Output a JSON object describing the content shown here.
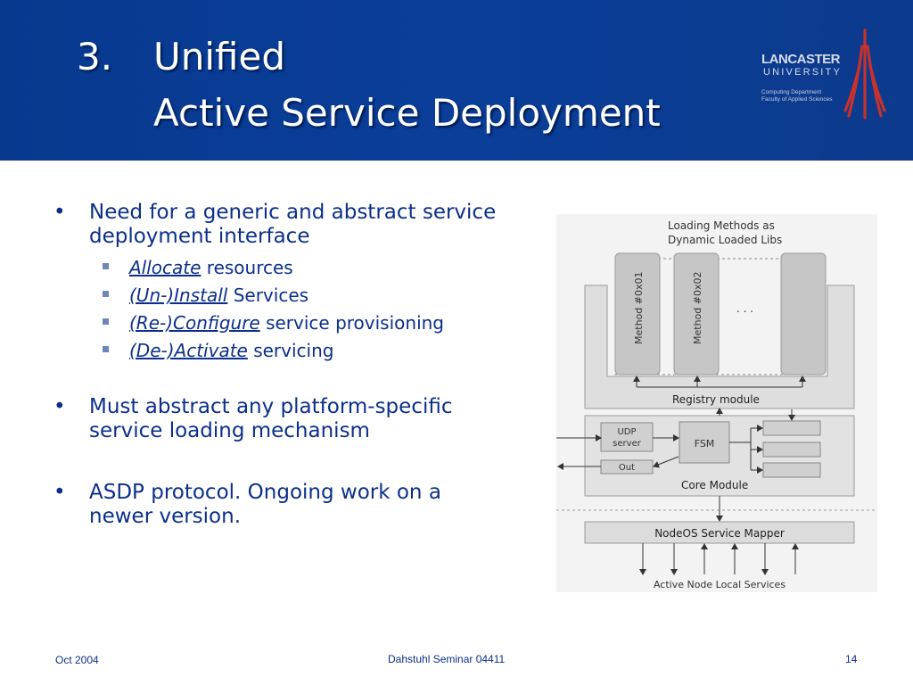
{
  "slide": {
    "title_number": "3.",
    "title_line1": "Unified",
    "title_line2": "Active Service Deployment"
  },
  "logo": {
    "name": "LANCASTER",
    "sub": "UNIVERSITY",
    "dept_line1": "Computing Department",
    "dept_line2": "Faculty of Applied Sciences"
  },
  "bullets": [
    {
      "text_line1": "Need for a generic and abstract service",
      "text_line2": "deployment interface",
      "subitems": [
        {
          "emph": "Allocate",
          "rest": " resources"
        },
        {
          "emph": "(Un-)Install",
          "rest": " Services"
        },
        {
          "emph": "(Re-)Configure",
          "rest": " service provisioning"
        },
        {
          "emph": "(De-)Activate",
          "rest": " servicing"
        }
      ]
    },
    {
      "text_line1": "Must abstract any platform-specific",
      "text_line2": "service loading mechanism"
    },
    {
      "text_line1": "ASDP protocol. Ongoing work on a",
      "text_line2": "newer version."
    }
  ],
  "diagram": {
    "heading_line1": "Loading Methods as",
    "heading_line2": "Dynamic Loaded Libs",
    "method1": "Method #0x01",
    "method2": "Method #0x02",
    "ellipsis": ". . .",
    "registry": "Registry module",
    "udp_line1": "UDP",
    "udp_line2": "server",
    "out": "Out",
    "fsm": "FSM",
    "core": "Core Module",
    "mapper": "NodeOS Service Mapper",
    "local": "Active Node Local Services"
  },
  "footer": {
    "date": "Oct 2004",
    "center": "Dahstuhl Seminar 04411",
    "page": "14"
  },
  "colors": {
    "header_blue": "#0a3e99",
    "text_blue": "#0b2f8a",
    "logo_red": "#c8322d"
  }
}
